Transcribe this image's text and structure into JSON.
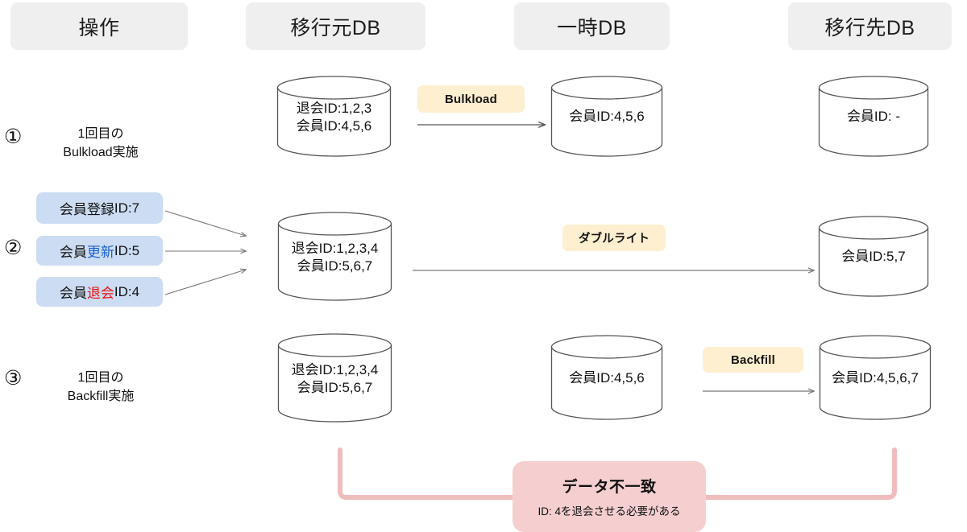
{
  "diagram": {
    "title_columns": [
      {
        "label": "操作",
        "name": "column-header-operation"
      },
      {
        "label": "移行元DB",
        "name": "column-header-source-db"
      },
      {
        "label": "一時DB",
        "name": "column-header-temp-db"
      },
      {
        "label": "移行先DB",
        "name": "column-header-target-db"
      }
    ],
    "colors": {
      "header_bg": "#efefef",
      "badge_bg": "#fdefcf",
      "chip_bg": "#ccdcf3",
      "callout_bg": "#f5cfd0",
      "bracket": "#f1bcbc",
      "accent_blue": "#1a5fd0",
      "accent_red": "#ee1111",
      "stroke": "#555555"
    },
    "steps": [
      {
        "number": "①",
        "label_lines": [
          "1回目の",
          "Bulkload実施"
        ]
      },
      {
        "number": "②",
        "label_lines": []
      },
      {
        "number": "③",
        "label_lines": [
          "1回目の",
          "Backfill実施"
        ]
      }
    ],
    "operations": [
      {
        "name": "op-chip-register",
        "prefix": "会員",
        "keyword": "登録",
        "keyword_color": "none",
        "suffix": " ID:7"
      },
      {
        "name": "op-chip-update",
        "prefix": "会員",
        "keyword": "更新",
        "keyword_color": "blue",
        "suffix": " ID:5"
      },
      {
        "name": "op-chip-withdraw",
        "prefix": "会員",
        "keyword": "退会",
        "keyword_color": "red",
        "suffix": " ID:4"
      }
    ],
    "cylinders": [
      {
        "name": "cylinder-source-db-step1",
        "column": "移行元DB",
        "step": "①",
        "lines": [
          "退会ID:1,2,3",
          "会員ID:4,5,6"
        ]
      },
      {
        "name": "cylinder-temp-db-step1",
        "column": "一時DB",
        "step": "①",
        "lines": [
          "会員ID:4,5,6"
        ]
      },
      {
        "name": "cylinder-target-db-step1",
        "column": "移行先DB",
        "step": "①",
        "lines": [
          "会員ID: -"
        ]
      },
      {
        "name": "cylinder-source-db-step2",
        "column": "移行元DB",
        "step": "②",
        "lines": [
          "退会ID:1,2,3,4",
          "会員ID:5,6,7"
        ]
      },
      {
        "name": "cylinder-target-db-step2",
        "column": "移行先DB",
        "step": "②",
        "lines": [
          "会員ID:5,7"
        ]
      },
      {
        "name": "cylinder-source-db-step3",
        "column": "移行元DB",
        "step": "③",
        "lines": [
          "退会ID:1,2,3,4",
          "会員ID:5,6,7"
        ]
      },
      {
        "name": "cylinder-temp-db-step3",
        "column": "一時DB",
        "step": "③",
        "lines": [
          "会員ID:4,5,6"
        ]
      },
      {
        "name": "cylinder-target-db-step3",
        "column": "移行先DB",
        "step": "③",
        "lines": [
          "会員ID:4,5,6,7"
        ]
      }
    ],
    "process_badges": [
      {
        "name": "badge-bulkload",
        "label": "Bulkload"
      },
      {
        "name": "badge-doublewrite",
        "label": "ダブルライト"
      },
      {
        "name": "badge-backfill",
        "label": "Backfill"
      }
    ],
    "callout": {
      "title": "データ不一致",
      "subtitle": "ID: 4を退会させる必要がある"
    }
  }
}
